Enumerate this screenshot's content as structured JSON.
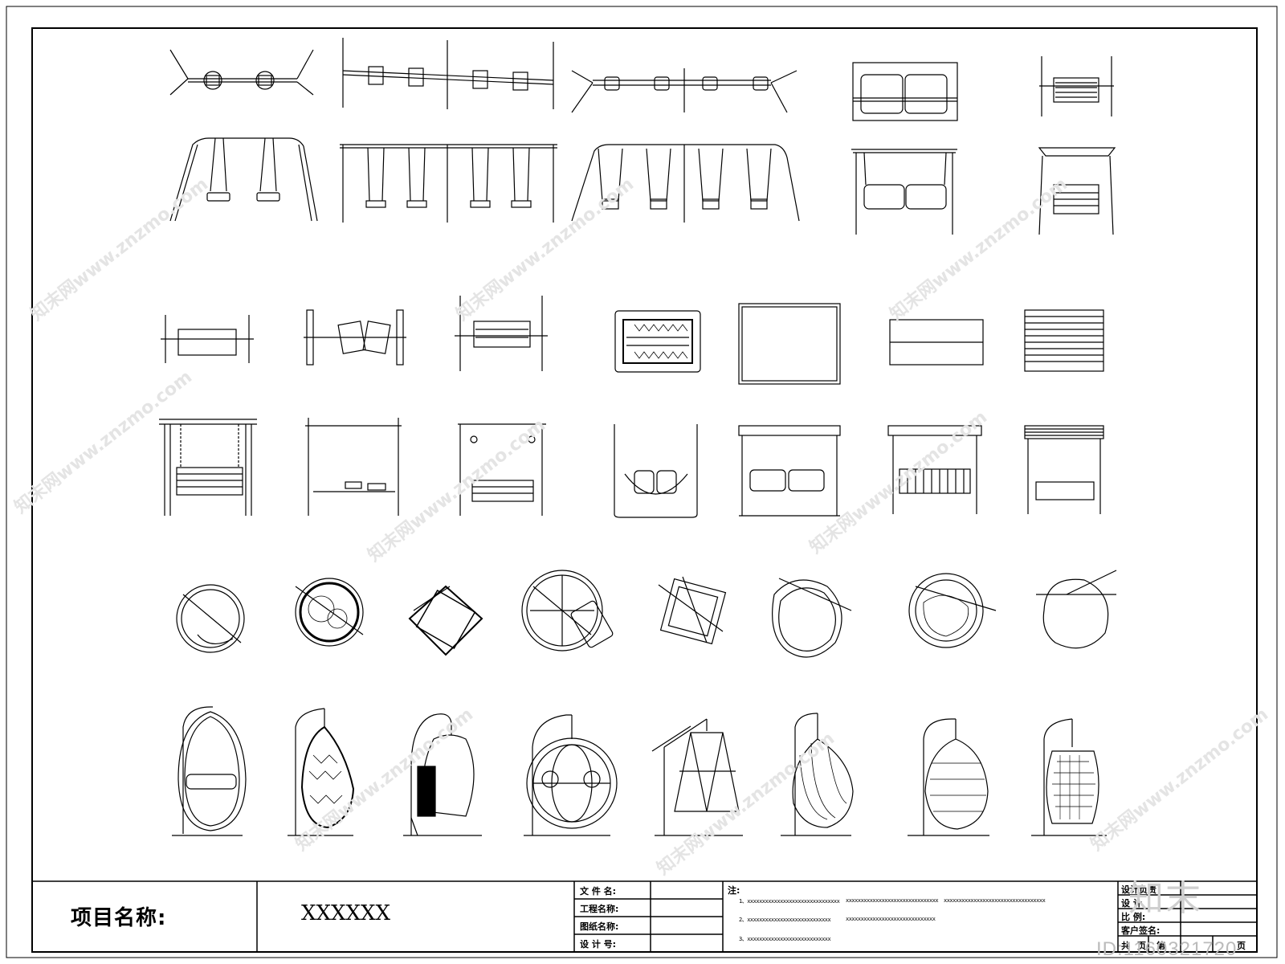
{
  "title_block": {
    "project_label": "项目名称:",
    "project_value": "XXXXXX",
    "fields": [
      "文 件 名:",
      "工程名称:",
      "图纸名称:",
      "设 计 号:"
    ],
    "notes_label": "注:",
    "notes": [
      "1、xxxxxxxxxxxxxxxxxxxxxxxxxxxxxxx",
      "xxxxxxxxxxxxxxxxxxxxxxxxxxxxxxx",
      "xxxxxxxxxxxxxxxxxxxxxxxxxxxxxxxxxx",
      "2、xxxxxxxxxxxxxxxxxxxxxxxxxxxx",
      "xxxxxxxxxxxxxxxxxxxxxxxxxxxxxx",
      "3、xxxxxxxxxxxxxxxxxxxxxxxxxxxx"
    ],
    "right_fields": [
      "设计负责",
      "设 计",
      "比 例:",
      "客户签名:",
      "共",
      "页",
      "第",
      "页"
    ]
  },
  "watermark": {
    "text": "知末网www.znzmo.com",
    "logo": "知末",
    "id_text": "ID:1160321720"
  }
}
